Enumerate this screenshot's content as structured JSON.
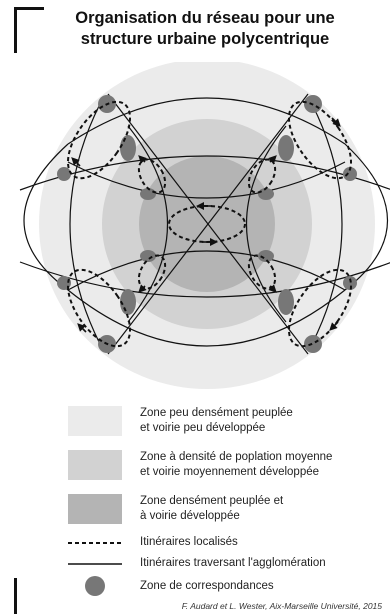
{
  "title": {
    "line1": "Organisation du réseau pour une",
    "line2": "structure urbaine polycentrique"
  },
  "colors": {
    "zone_low": "#ebebeb",
    "zone_medium": "#d2d2d2",
    "zone_high": "#b4b4b4",
    "correspondence": "#777777",
    "lines": "#111111"
  },
  "legend": {
    "zone_low": {
      "line1": "Zone peu densément peuplée",
      "line2": "et voirie peu développée"
    },
    "zone_medium": {
      "line1": "Zone à densité de poplation moyenne",
      "line2": "et voirie moyennement développée"
    },
    "zone_high": {
      "line1": "Zone densément peuplée et",
      "line2": "à voirie développée"
    },
    "local_routes": "Itinéraires localisés",
    "crossing_routes": "Itinéraires traversant l'agglomération",
    "correspondence": "Zone de correspondances"
  },
  "credit": "F. Audard et L. Wester, Aix-Marseille Université, 2015"
}
